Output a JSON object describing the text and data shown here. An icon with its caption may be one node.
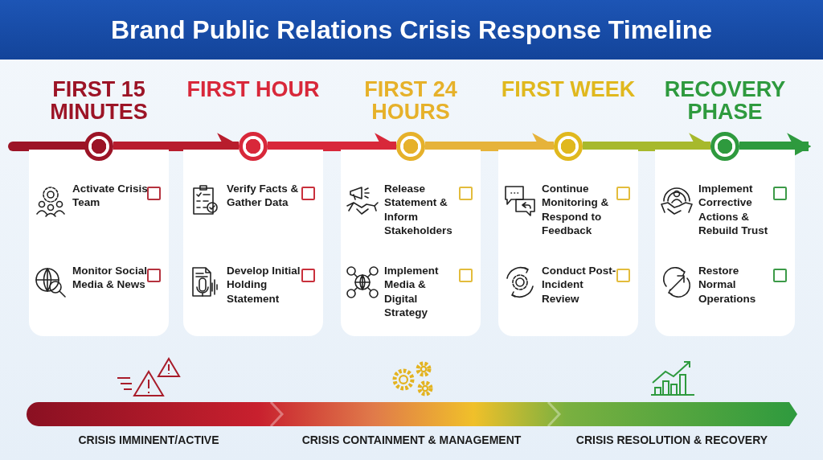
{
  "diagram": {
    "title": "Brand Public Relations Crisis Response Timeline",
    "nodes": [
      {
        "text": [
          "FIRST 15 MINUTES"
        ]
      },
      {
        "text": [
          "Activate Crisis Team"
        ],
        "in": 0
      },
      {
        "text": [
          "Monitor Social Media & News"
        ],
        "in": 0
      },
      {
        "text": [
          "FIRST HOUR"
        ]
      },
      {
        "text": [
          "Verify Facts & Gather Data"
        ],
        "in": 3
      },
      {
        "text": [
          "Develop Initial Holding Statement"
        ],
        "in": 3
      },
      {
        "text": [
          "FIRST 24 HOURS"
        ]
      },
      {
        "text": [
          "Release Statement & Inform Stakeholders"
        ],
        "in": 6
      },
      {
        "text": [
          "Implement Media & Digital Strategy"
        ],
        "in": 6
      },
      {
        "text": [
          "FIRST WEEK"
        ]
      },
      {
        "text": [
          "Continue Monitoring & Respond to Feedback"
        ],
        "in": 9
      },
      {
        "text": [
          "Conduct Post-Incident Review"
        ],
        "in": 9
      },
      {
        "text": [
          "RECOVERY PHASE"
        ]
      },
      {
        "text": [
          "Implement Corrective Actions & Rebuild Trust"
        ],
        "in": 12
      },
      {
        "text": [
          "Restore Normal Operations"
        ],
        "in": 12
      },
      {
        "text": [],
        "shape": "circle",
        "in": 0
      },
      {
        "text": [],
        "shape": "circle",
        "in": 3
      },
      {
        "text": [],
        "shape": "circle",
        "in": 6
      },
      {
        "text": [],
        "shape": "circle",
        "in": 9
      },
      {
        "text": [],
        "shape": "circle",
        "in": 12
      }
    ],
    "edges": [
      {
        "from": null,
        "to": 15,
        "arrow": "none",
        "color": "#9c1426"
      },
      {
        "from": 15,
        "to": 16,
        "arrow": "to",
        "color": "#b81d2d"
      },
      {
        "from": 16,
        "to": 17,
        "arrow": "to",
        "color": "#d8283a"
      },
      {
        "from": 17,
        "to": 18,
        "arrow": "to",
        "color": "#e6b33a"
      },
      {
        "from": 18,
        "to": 19,
        "arrow": "to",
        "color": "#a7b92c"
      },
      {
        "from": 19,
        "to": null,
        "arrow": "to",
        "color": "#2e9a3e"
      }
    ],
    "labels": [
      "CRISIS IMMINENT/ACTIVE",
      "CRISIS CONTAINMENT & MANAGEMENT",
      "CRISIS RESOLUTION & RECOVERY"
    ]
  }
}
